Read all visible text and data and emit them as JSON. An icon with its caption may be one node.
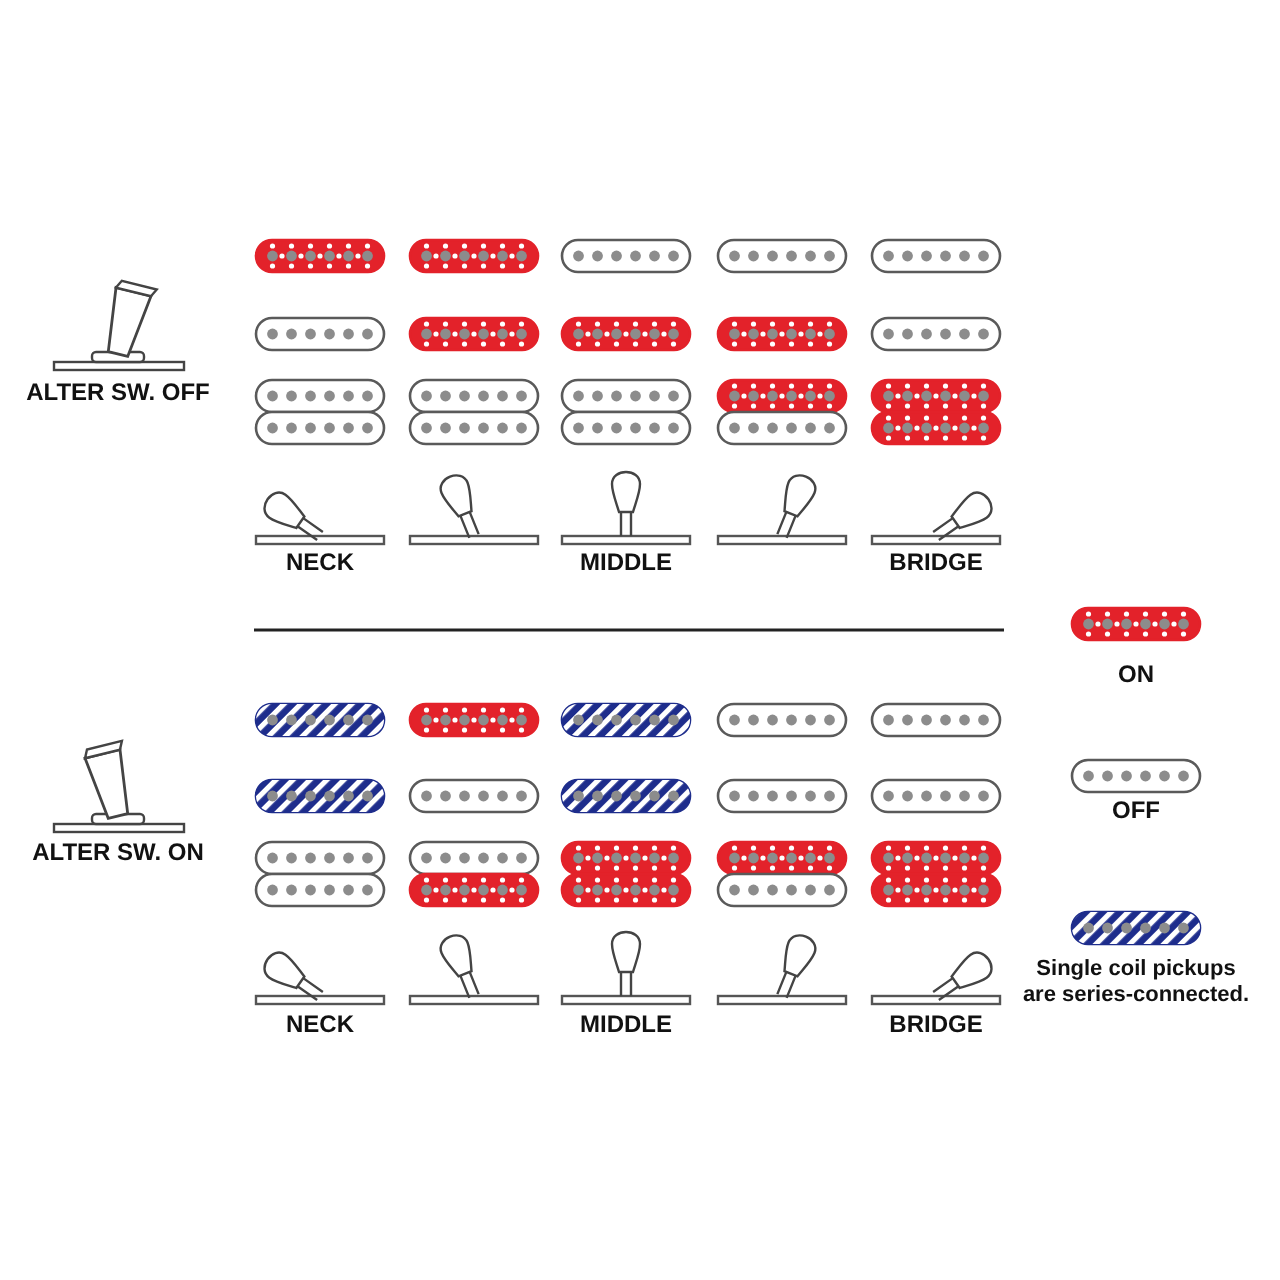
{
  "diagram": {
    "labels": [
      "ALTER SW. OFF",
      "NECK",
      "MIDDLE",
      "BRIDGE",
      "ALTER SW. ON",
      "NECK",
      "MIDDLE",
      "BRIDGE"
    ],
    "legend": [
      {
        "text": "ON",
        "color": "#e3222a"
      },
      {
        "text": "OFF"
      },
      {
        "text": "Single coil pickups are series-connected.",
        "color": "#1e2d8c"
      }
    ]
  }
}
